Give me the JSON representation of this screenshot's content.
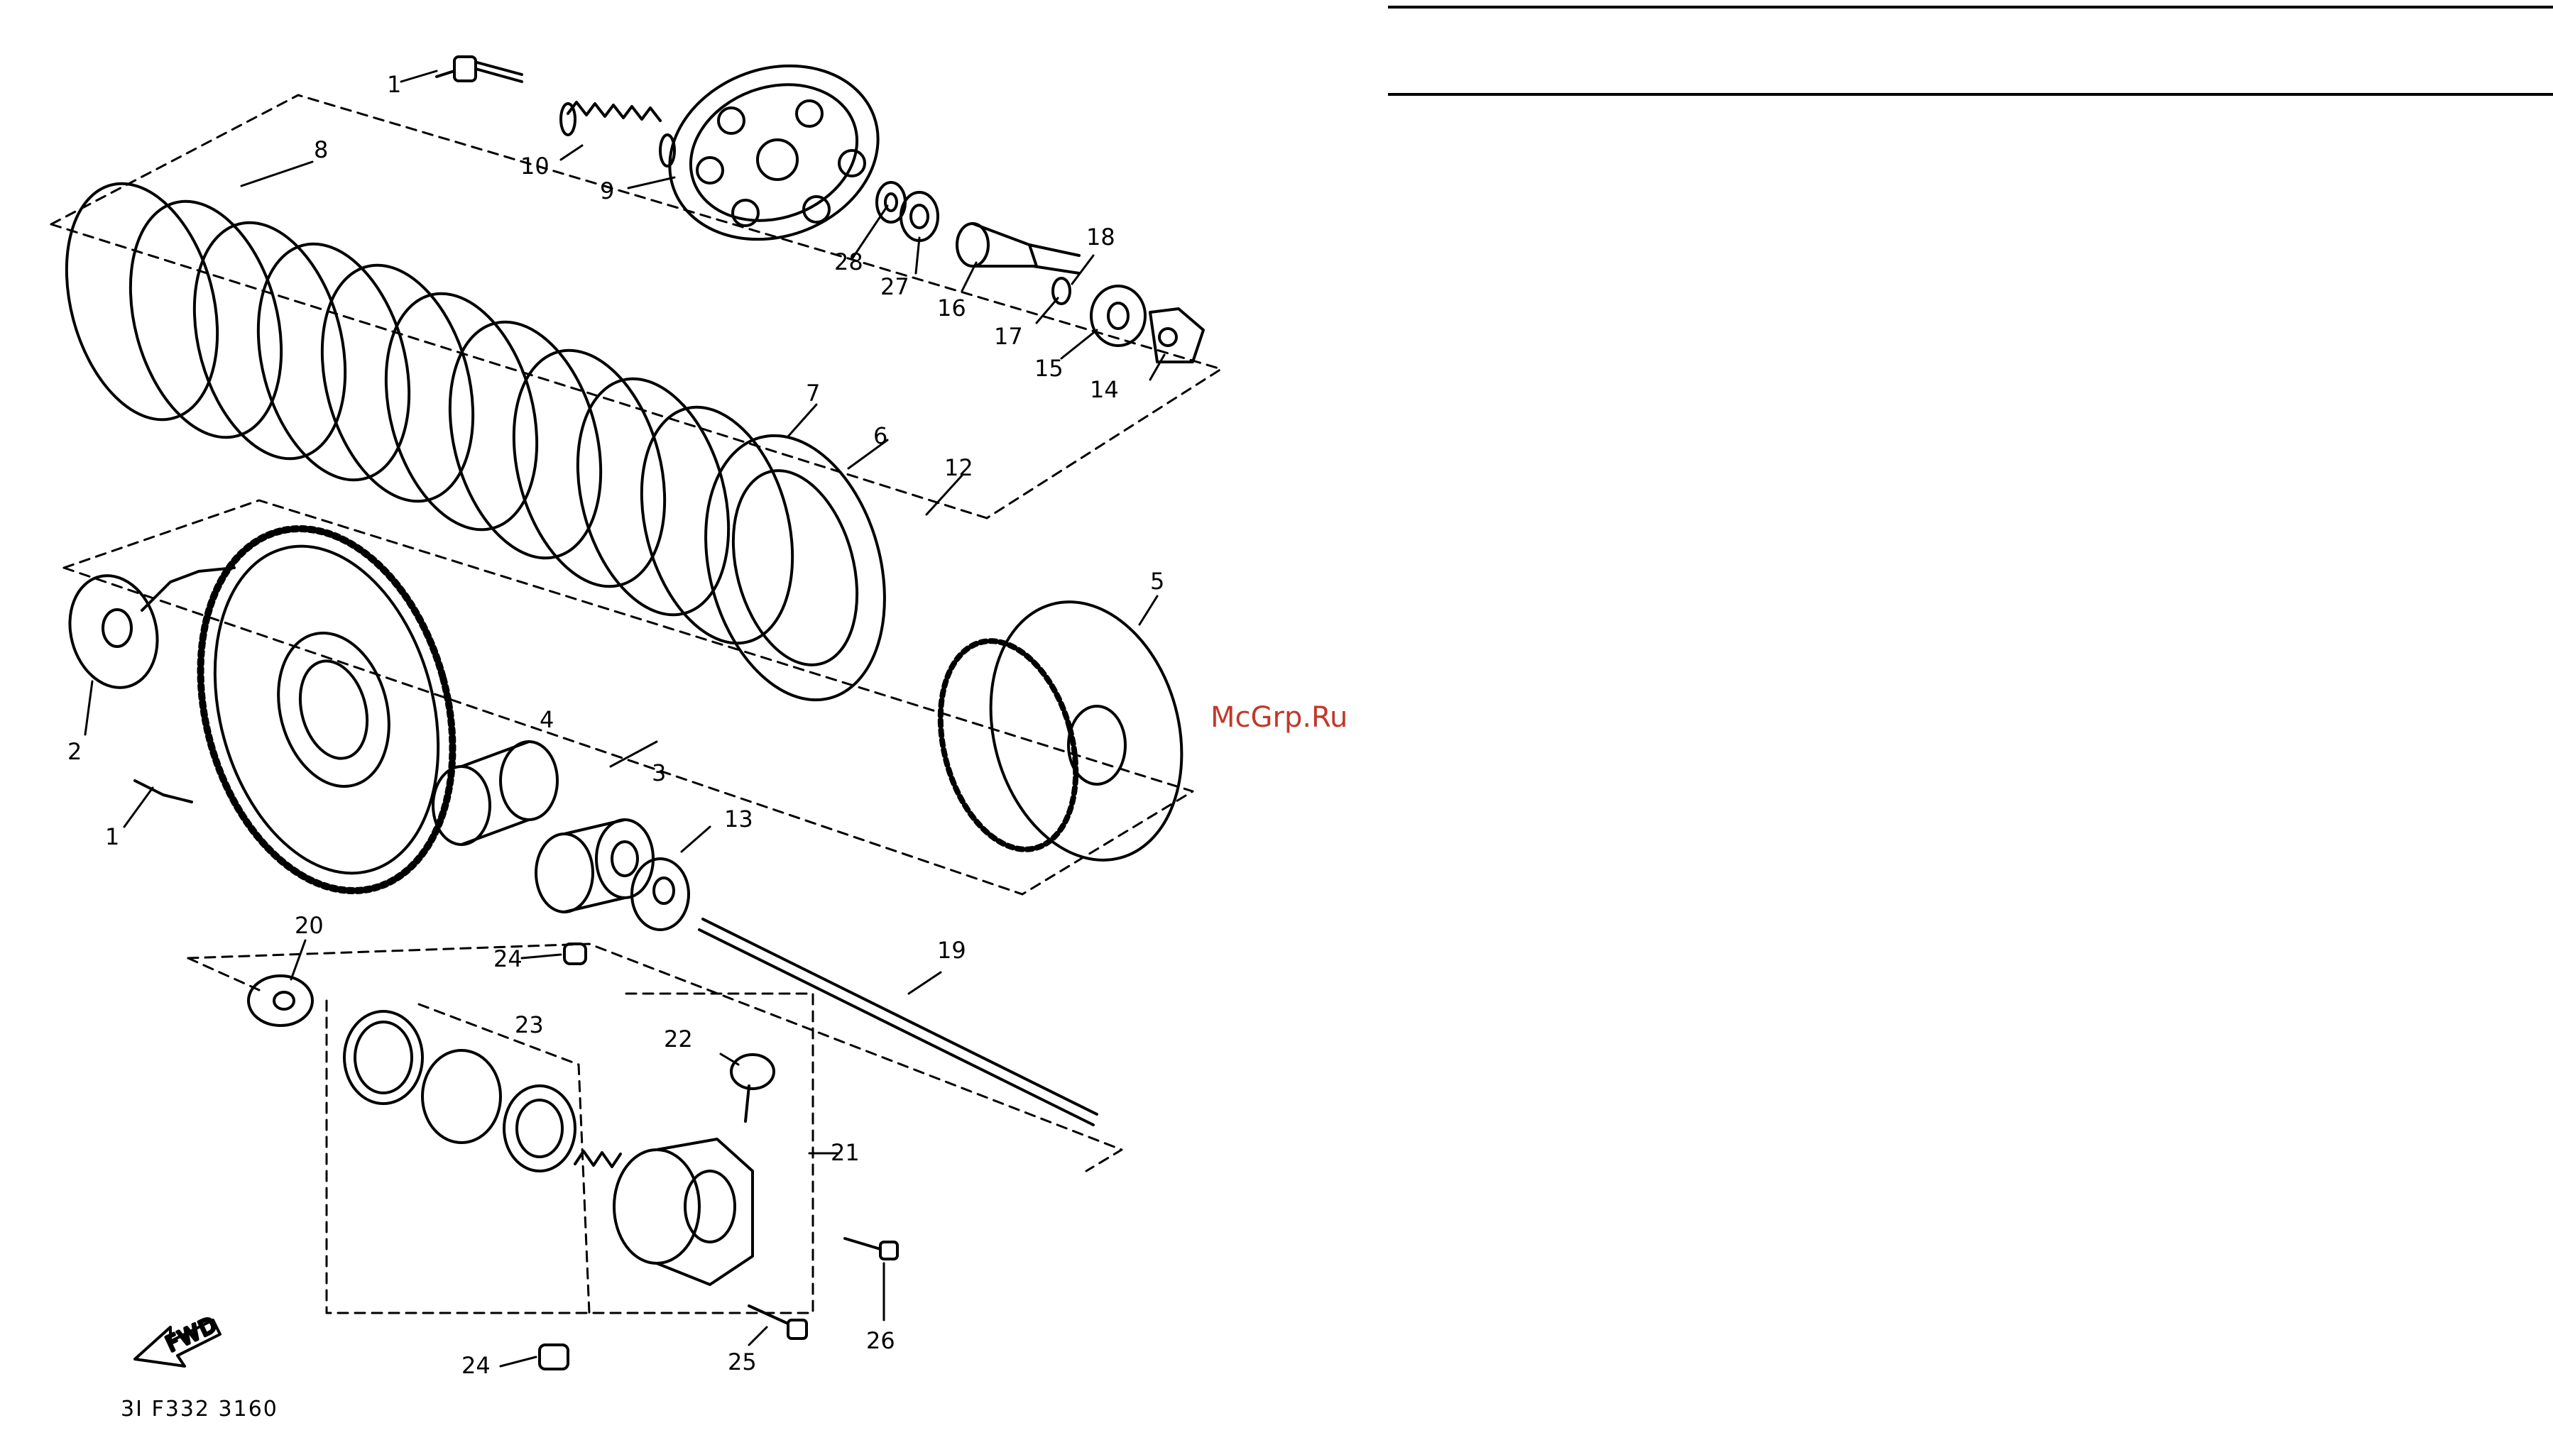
{
  "watermark": "McGrp.Ru",
  "drawing_code": "3I F332 3160",
  "fwd_label": "FWD",
  "callouts": {
    "c1a": "1",
    "c1b": "1",
    "c2": "2",
    "c3": "3",
    "c4": "4",
    "c5": "5",
    "c6": "6",
    "c7": "7",
    "c8": "8",
    "c9": "9",
    "c10": "10",
    "c11": "1",
    "c12": "12",
    "c13": "13",
    "c14": "14",
    "c15": "15",
    "c16": "16",
    "c17": "17",
    "c18": "18",
    "c19": "19",
    "c20": "20",
    "c21": "21",
    "c22": "22",
    "c23": "23",
    "c24a": "24",
    "c24b": "24",
    "c25": "25",
    "c26": "26",
    "c27": "27",
    "c28": "28"
  },
  "colors": {
    "ink": "#000000",
    "paper": "#ffffff",
    "watermark": "#c0392b"
  }
}
